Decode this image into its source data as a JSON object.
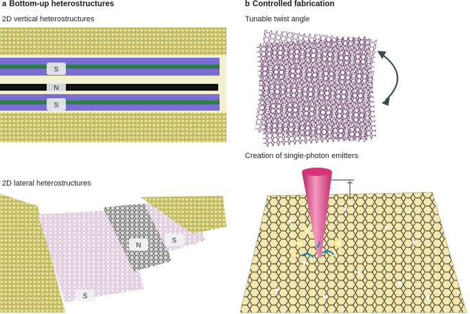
{
  "panel_a": {
    "letter": "a",
    "title": "Bottom-up heterostructures",
    "vertical_label": "2D vertical heterostructures",
    "vertical_layers": [
      "S",
      "N",
      "S"
    ],
    "lateral_label": "2D lateral heterostructures",
    "lateral_regions": [
      "S",
      "N",
      "S"
    ]
  },
  "panel_b": {
    "letter": "b",
    "title": "Controlled fabrication",
    "twist_label": "Tunable twist angle",
    "emitter_label": "Creation of single-photon emitters"
  },
  "colors": {
    "gold": "#d9d27a",
    "purple_chalco": "#7a6fd0",
    "green_metal": "#2e7d4f",
    "graphene": "#111111",
    "lattice_purple": "#5a2a5a",
    "tip_pink": "#d6337a",
    "emitter_yellow": "#f4e79a",
    "arrow_gray": "#3a4a4a"
  }
}
